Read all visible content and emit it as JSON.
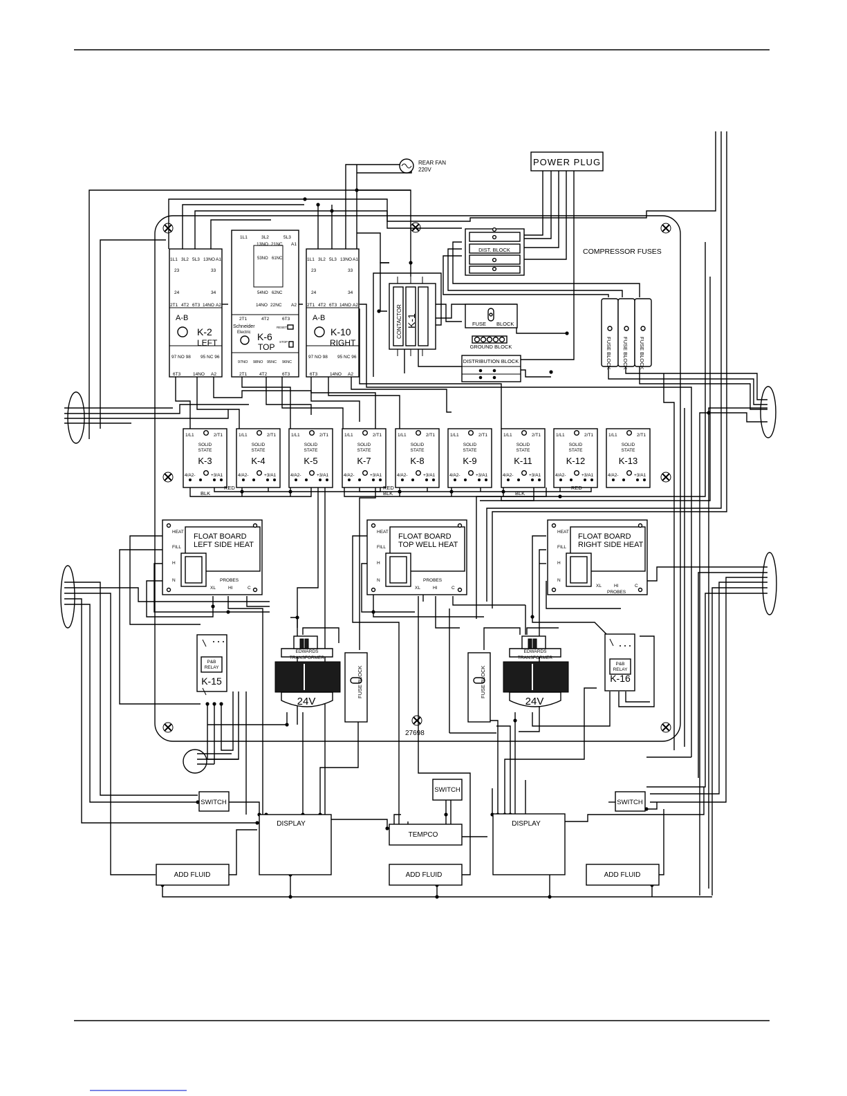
{
  "labels": {
    "power_plug": "POWER PLUG",
    "rear_fan_line1": "REAR FAN",
    "rear_fan_line2": "220V",
    "compressor_fuses": "COMPRESSOR FUSES",
    "dist_block": "DIST. BLOCK",
    "fuse_block": "FUSE",
    "fuse_block_2": "BLOCK",
    "ground_block": "GROUND BLOCK",
    "distribution_block": "DISTRIBUTION BLOCK",
    "contactor": "CONTACTOR",
    "k1": "K-1",
    "compressor_fuse_block": "FUSE BLOCK",
    "part_number": "27698",
    "red": "RED",
    "blk": "BLK",
    "probes": "PROBES",
    "schneider": "Schneider",
    "electric": "Electric",
    "reset": "RESET",
    "stop": "STOP",
    "ab": "A-B"
  },
  "contactors": [
    {
      "id": "K-2",
      "sub": "LEFT",
      "brand": "A-B",
      "top": [
        "1L1",
        "3L2",
        "5L3",
        "13NO",
        "A1"
      ],
      "row2": [
        "23",
        "33"
      ],
      "row3": [
        "24",
        "34"
      ],
      "row4": [
        "2T1",
        "4T2",
        "6T3",
        "14NO",
        "A2"
      ],
      "row5": [
        "97 NO 98",
        "95 NC 96"
      ],
      "bottom": [
        "6T3",
        "14NO",
        "A2"
      ]
    },
    {
      "id": "K-6",
      "sub": "TOP",
      "brand": "Schneider",
      "top": [
        "1L1",
        "3L2",
        "5L3"
      ],
      "row2": [
        "13NO",
        "21NC",
        "A1"
      ],
      "row3": [
        "53NO",
        "61NC"
      ],
      "row4": [
        "54NO",
        "62NC"
      ],
      "row5": [
        "14NO",
        "22NC",
        "A2"
      ],
      "row6": [
        "2T1",
        "4T2",
        "6T3"
      ],
      "row7": [
        "97NO",
        "98NO",
        "95NC",
        "96NC"
      ],
      "bottom": [
        "2T1",
        "4T2",
        "6T3"
      ]
    },
    {
      "id": "K-10",
      "sub": "RIGHT",
      "brand": "A-B",
      "top": [
        "1L1",
        "3L2",
        "5L3",
        "13NO",
        "A1"
      ],
      "row2": [
        "23",
        "33"
      ],
      "row3": [
        "24",
        "34"
      ],
      "row4": [
        "2T1",
        "4T2",
        "6T3",
        "14NO",
        "A2"
      ],
      "row5": [
        "97 NO 98",
        "95 NC 96"
      ],
      "bottom": [
        "6T3",
        "14NO",
        "A2"
      ]
    }
  ],
  "solid_state_relays": [
    {
      "id": "K-3",
      "l1": "SOLID",
      "l2": "STATE"
    },
    {
      "id": "K-4",
      "l1": "SOLID",
      "l2": "STATE"
    },
    {
      "id": "K-5",
      "l1": "SOLID",
      "l2": "STATE"
    },
    {
      "id": "K-7",
      "l1": "SOLID",
      "l2": "STATE"
    },
    {
      "id": "K-8",
      "l1": "SOLID",
      "l2": "STATE"
    },
    {
      "id": "K-9",
      "l1": "SOLID",
      "l2": "STATE"
    },
    {
      "id": "K-11",
      "l1": "SOLID",
      "l2": "STATE"
    },
    {
      "id": "K-12",
      "l1": "SOLID",
      "l2": "STATE"
    },
    {
      "id": "K-13",
      "l1": "SOLID",
      "l2": "STATE"
    }
  ],
  "ssr_terminals": {
    "top_left": "1/L1",
    "top_right": "2/T1",
    "bottom": [
      "4/A2-",
      "+3/A1"
    ]
  },
  "float_boards": [
    {
      "l1": "FLOAT BOARD",
      "l2": "LEFT SIDE HEAT",
      "terms": [
        "HEAT",
        "FILL",
        "H",
        "N"
      ],
      "probes": [
        "XL",
        "HI",
        "C"
      ]
    },
    {
      "l1": "FLOAT BOARD",
      "l2": "TOP WELL HEAT",
      "terms": [
        "HEAT",
        "FILL",
        "H",
        "N"
      ],
      "probes": [
        "XL",
        "HI",
        "C"
      ]
    },
    {
      "l1": "FLOAT BOARD",
      "l2": "RIGHT SIDE HEAT",
      "terms": [
        "HEAT",
        "FILL",
        "H",
        "N"
      ],
      "probes": [
        "XL",
        "HI",
        "C"
      ]
    }
  ],
  "pb_relays": [
    {
      "id": "K-15",
      "l1": "P&B",
      "l2": "RELAY"
    },
    {
      "id": "K-16",
      "l1": "P&B",
      "l2": "RELAY"
    }
  ],
  "transformers": [
    {
      "l1": "EDWARDS",
      "l2": "TRANSFORMER",
      "volt": "24V",
      "fuse": "FUSE BLOCK"
    },
    {
      "l1": "EDWARDS",
      "l2": "TRANSFORMER",
      "volt": "24V",
      "fuse": "FUSE BLOCK"
    }
  ],
  "controls": {
    "switch_left": "SWITCH",
    "switch_center": "SWITCH",
    "switch_right": "SWITCH",
    "display_left": "DISPLAY",
    "display_right": "DISPLAY",
    "tempco": "TEMPCO",
    "add_fluid_left": "ADD FLUID",
    "add_fluid_center": "ADD FLUID",
    "add_fluid_right": "ADD FLUID"
  }
}
